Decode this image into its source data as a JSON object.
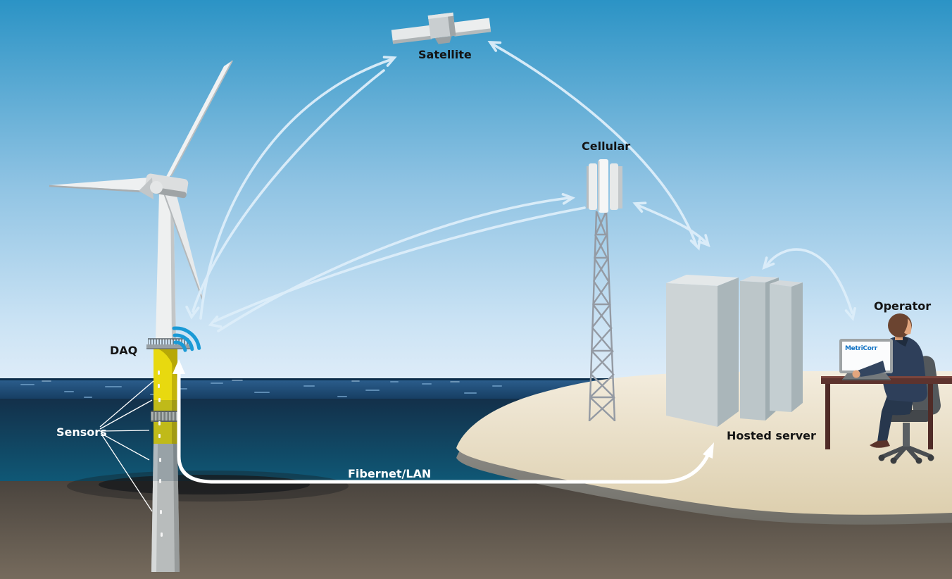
{
  "scene": {
    "labels": {
      "satellite": "Satellite",
      "cellular": "Cellular",
      "daq": "DAQ",
      "sensors": "Sensors",
      "fibernet": "Fibernet/LAN",
      "hosted_server": "Hosted server",
      "operator": "Operator",
      "laptop_brand": "MetriCorr"
    },
    "colors": {
      "wifi_blue": "#1a9ad6",
      "transition_piece_yellow": "#e8d90f",
      "arrow_light": "#ddeefa",
      "cable_white": "#ffffff",
      "laptop_brand_blue": "#1273c4",
      "sky_top": "#2b93c5",
      "sky_bottom": "#e8f1fa"
    }
  }
}
